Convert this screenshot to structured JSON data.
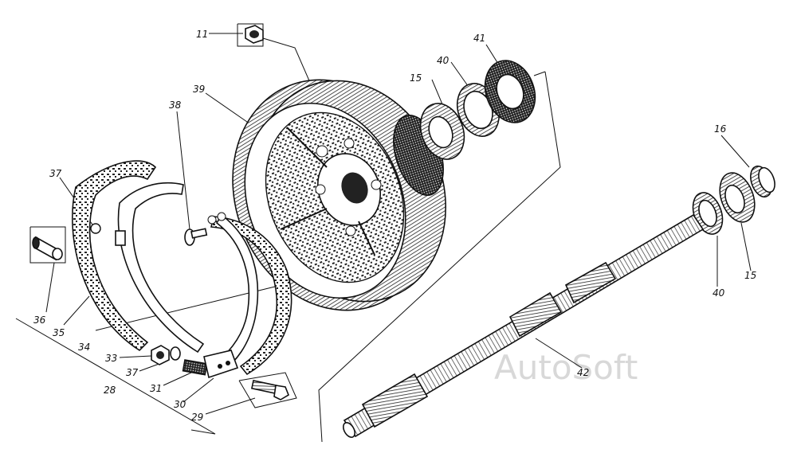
{
  "watermark": "AutoSoft",
  "labels": {
    "l11": "11",
    "l38": "38",
    "l39": "39",
    "l37a": "37",
    "l36": "36",
    "l35": "35",
    "l34": "34",
    "l33": "33",
    "l37b": "37",
    "l31": "31",
    "l30": "30",
    "l29": "29",
    "l28": "28",
    "l15a": "15",
    "l40a": "40",
    "l41": "41",
    "l16": "16",
    "l15b": "15",
    "l40b": "40",
    "l42": "42"
  }
}
